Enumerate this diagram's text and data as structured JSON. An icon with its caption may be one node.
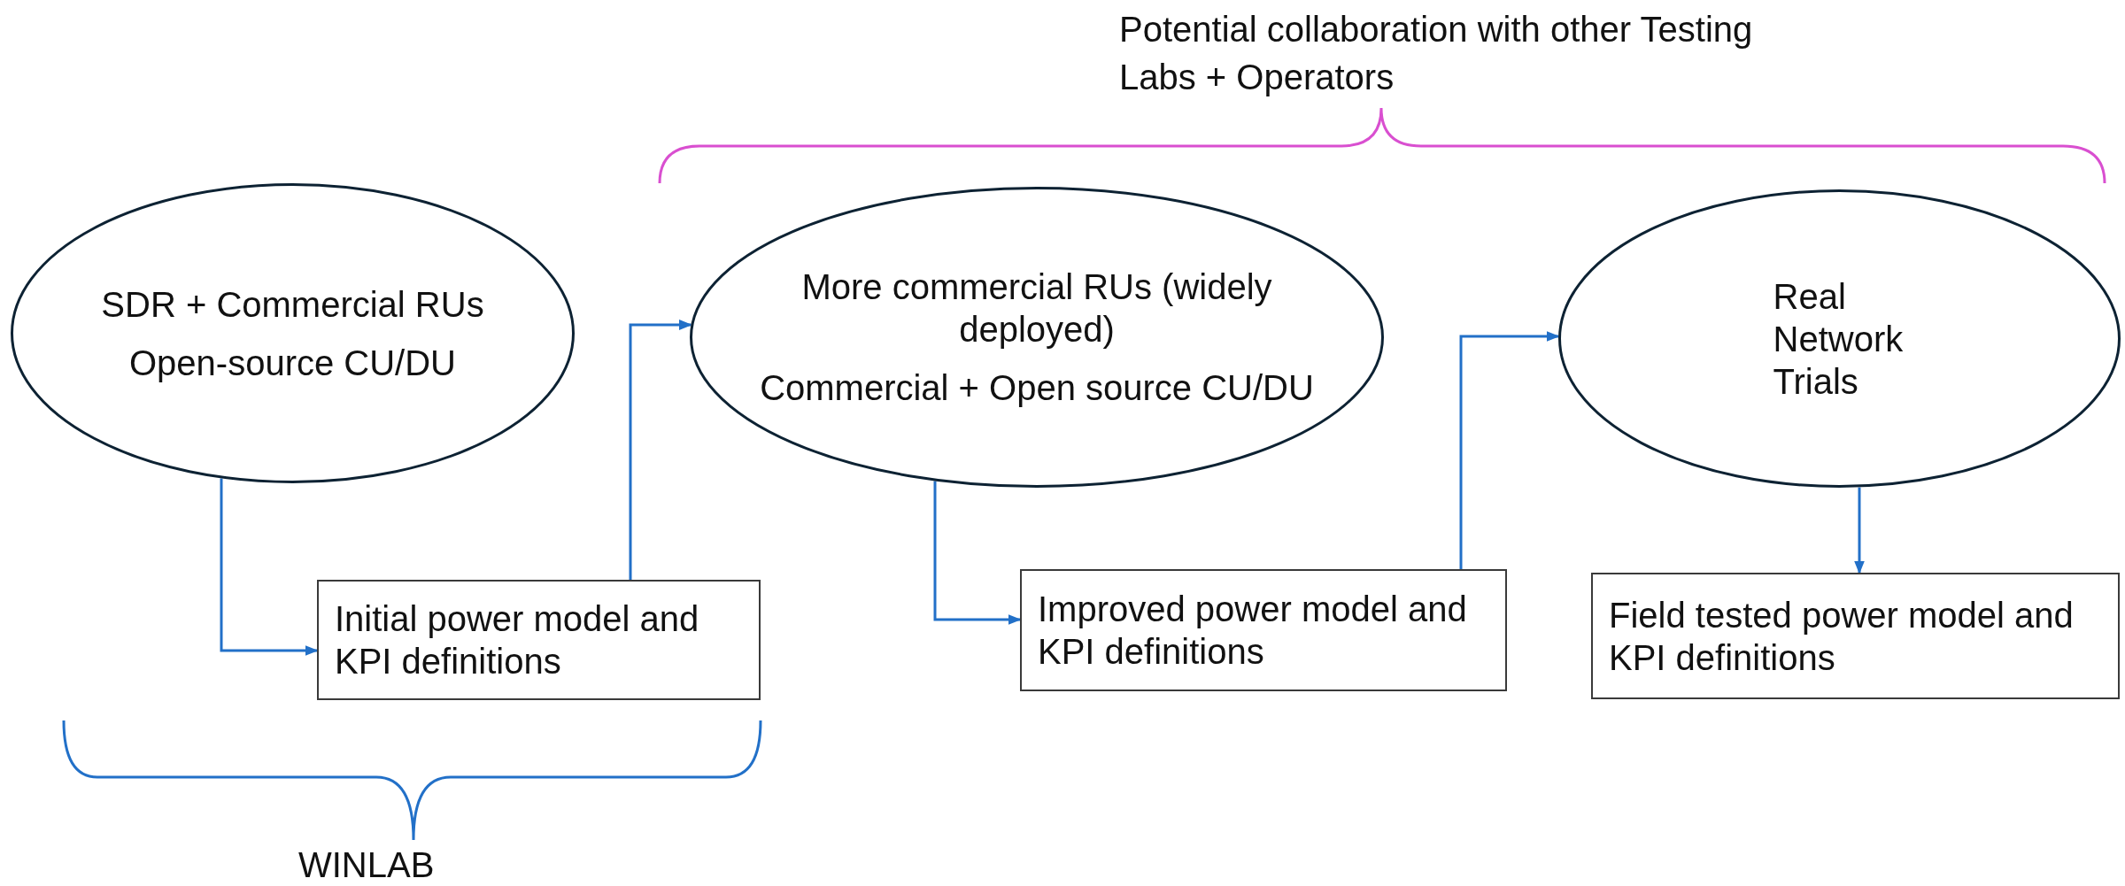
{
  "diagram": {
    "nodes": [
      {
        "text": [
          "SDR + Commercial RUs",
          "Open-source CU/DU"
        ]
      },
      {
        "text": [
          "More commercial RUs (widely deployed)",
          "Commercial + Open source CU/DU"
        ]
      },
      {
        "text": [
          "Real Network Trials"
        ]
      },
      {
        "text": [
          "Initial power model and KPI definitions"
        ]
      },
      {
        "text": [
          "Improved power model and KPI definitions"
        ]
      },
      {
        "text": [
          "Field tested power model and KPI definitions"
        ]
      }
    ],
    "edges": [
      {
        "from": 0,
        "to": 3,
        "arrow": "to"
      },
      {
        "from": 3,
        "to": 1,
        "arrow": "to"
      },
      {
        "from": 1,
        "to": 4,
        "arrow": "to"
      },
      {
        "from": 4,
        "to": 2,
        "arrow": "to"
      },
      {
        "from": 2,
        "to": 5,
        "arrow": "to"
      }
    ],
    "labels": [
      "Potential collaboration with other Testing Labs + Operators",
      "WINLAB"
    ]
  }
}
